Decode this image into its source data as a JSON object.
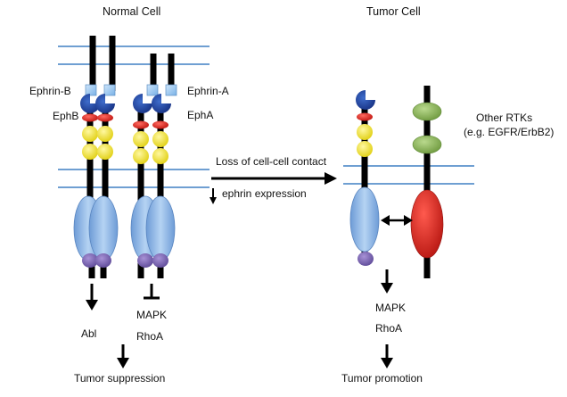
{
  "normal_cell": {
    "title": "Normal Cell",
    "ephrin_b": "Ephrin-B",
    "eph_b": "EphB",
    "ephrin_a": "Ephrin-A",
    "eph_a": "EphA",
    "abl": "Abl",
    "mapk": "MAPK",
    "rhoa": "RhoA",
    "outcome": "Tumor suppression"
  },
  "transition": {
    "loss_contact": "Loss of cell-cell contact",
    "ephrin_expression": "ephrin expression"
  },
  "tumor_cell": {
    "title": "Tumor Cell",
    "other_rtks": "Other RTKs",
    "other_rtks_example": "(e.g. EGFR/ErbB2)",
    "mapk": "MAPK",
    "rhoa": "RhoA",
    "outcome": "Tumor promotion"
  },
  "colors": {
    "membrane": "#6f9fd2",
    "ligand": "#8ec3ee",
    "ligand_binding": "#1f3f9a",
    "red_domain": "#d8231b",
    "yellow_domain": "#f0e020",
    "kinase": "#8fb8e6",
    "purple_domain": "#7b63b0",
    "rtk_green": "#8bb35c",
    "rtk_red": "#d0211d"
  }
}
